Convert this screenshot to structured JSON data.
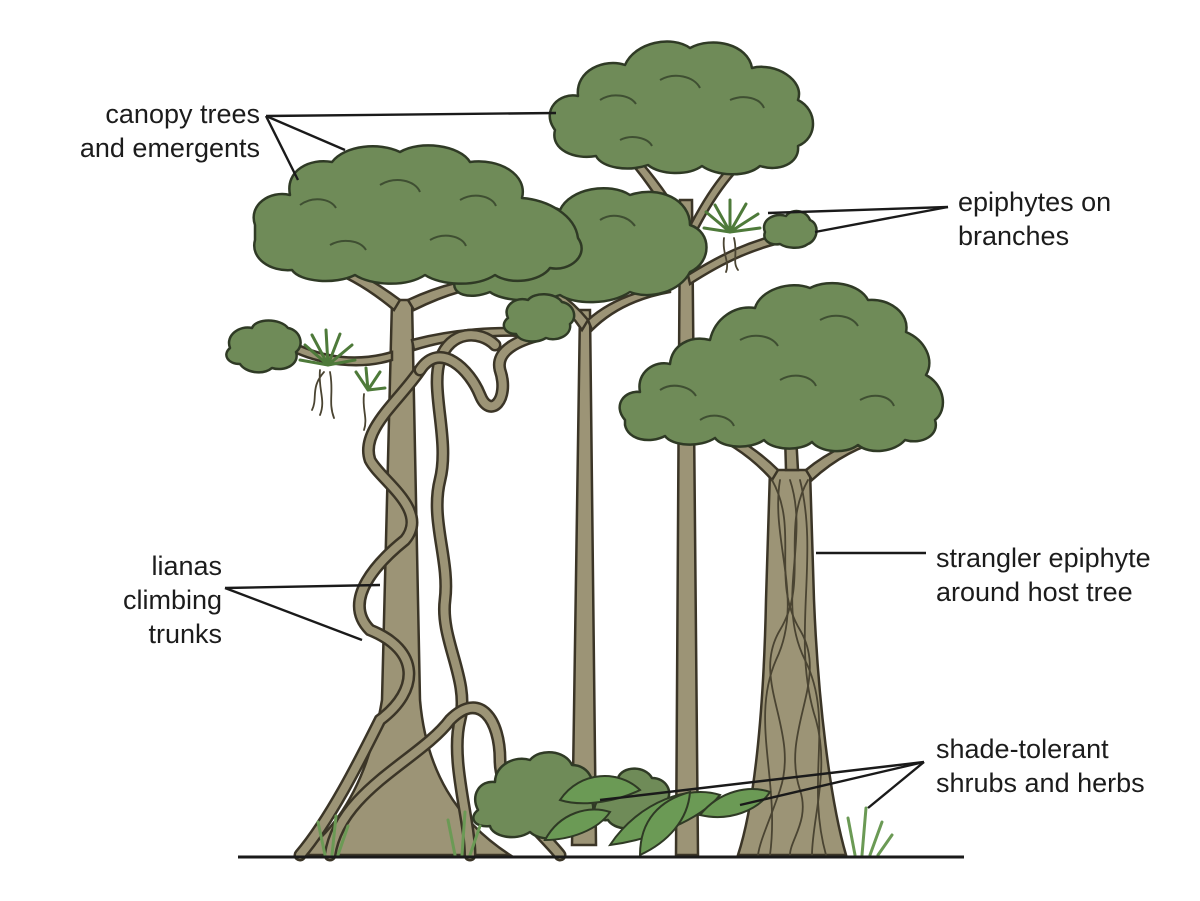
{
  "labels": {
    "canopy": [
      "canopy trees",
      "and emergents"
    ],
    "lianas": [
      "lianas",
      "climbing",
      "trunks"
    ],
    "epiphytes": [
      "epiphytes on",
      "branches"
    ],
    "strangler": [
      "strangler epiphyte",
      "around host tree"
    ],
    "shrubs": [
      "shade-tolerant",
      "shrubs and herbs"
    ]
  },
  "colors": {
    "foliage": "#6f8b58",
    "trunk": "#9c9476",
    "outline": "#2f3a25"
  }
}
